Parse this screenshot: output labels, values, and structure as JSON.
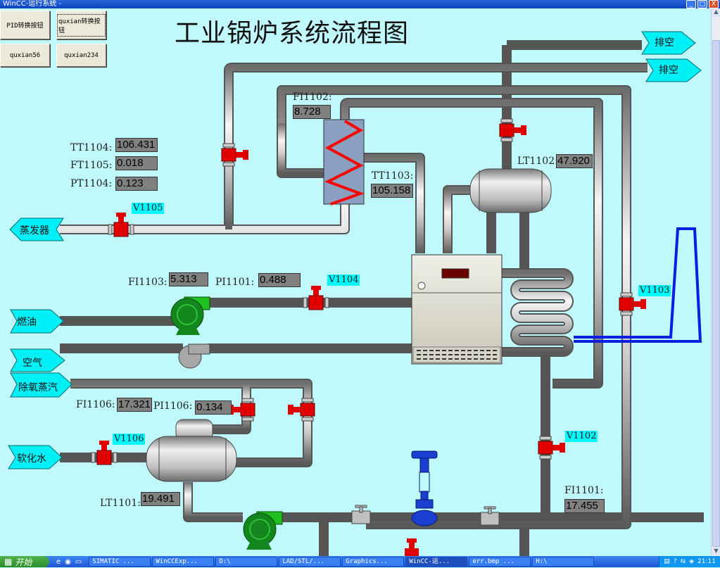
{
  "window": {
    "title": "WinCC-运行系统 -",
    "controls": [
      "_",
      "□",
      "X"
    ]
  },
  "buttons": [
    {
      "label": "PID转换按钮"
    },
    {
      "label": "quxian转换按钮"
    },
    {
      "label": "quxian56"
    },
    {
      "label": "quxian234"
    }
  ],
  "page_title": "工业锅炉系统流程图",
  "arrows": {
    "vent1": "排空",
    "vent2": "排空",
    "evaporator": "蒸发器",
    "fuel_oil": "燃油",
    "air": "空气",
    "deaerator_steam": "除氧蒸汽",
    "soft_water": "软化水"
  },
  "instruments": {
    "TT1104": {
      "label": "TT1104:",
      "value": "106.431"
    },
    "FT1105": {
      "label": "FT1105:",
      "value": "0.018"
    },
    "PT1104": {
      "label": "PT1104:",
      "value": "0.123"
    },
    "FI1102": {
      "label": "FI1102:",
      "value": "8.728"
    },
    "TT1103": {
      "label": "TT1103:",
      "value": "105.158"
    },
    "LT1102": {
      "label": "LT1102:",
      "value": "47.920"
    },
    "FI1103": {
      "label": "FI1103:",
      "value": "5.313"
    },
    "PI1101": {
      "label": "PI1101:",
      "value": "0.488"
    },
    "FI1106": {
      "label": "FI1106:",
      "value": "17.321"
    },
    "PI1106": {
      "label": "PI1106:",
      "value": "0.134"
    },
    "LT1101": {
      "label": "LT1101:",
      "value": "19.491"
    },
    "FI1101": {
      "label": "FI1101:",
      "value": "17.455"
    }
  },
  "valves": {
    "V1105": "V1105",
    "V1104": "V1104",
    "V1103": "V1103",
    "V1106": "V1106",
    "V1102": "V1102"
  },
  "colors": {
    "background": "#bff9fb",
    "arrow_fill": "#00f0f8",
    "valve_red": "#e00000",
    "pump_green": "#14861e",
    "control_valve_blue": "#1a3fd0",
    "chimney_blue": "#0a1ee0",
    "value_box": "#808080",
    "heat_exchanger": "#8aa0c0"
  },
  "taskbar": {
    "start": "开始",
    "tasks": [
      "SIMATIC ...",
      "WinCCExp...",
      "D:\\",
      "LAD/STL/...",
      "Graphics...",
      "WinCC-运...",
      "err.bmp ...",
      "H:\\"
    ],
    "active_task": 5,
    "clock": "21:11"
  }
}
